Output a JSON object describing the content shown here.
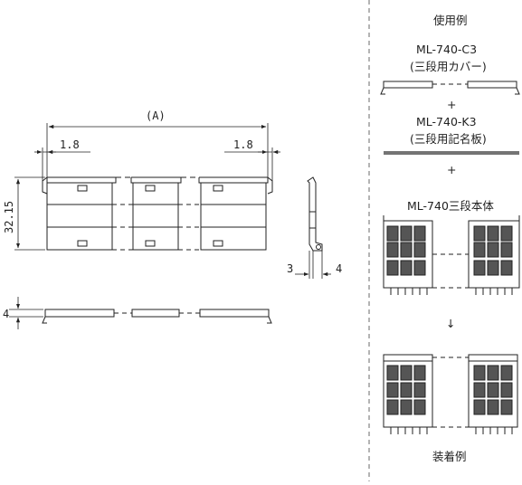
{
  "drawing": {
    "dim_a": "(A)",
    "dim_left": "1.8",
    "dim_right": "1.8",
    "dim_height": "32.15",
    "dim_side_left": "3",
    "dim_side_right": "4",
    "dim_bottom": "4"
  },
  "usage": {
    "heading": "使用例",
    "cover_model": "ML-740-C3",
    "cover_name": "(三段用カバー)",
    "plus1": "+",
    "plate_model": "ML-740-K3",
    "plate_name": "(三段用記名板)",
    "plus2": "+",
    "body_name": "ML-740三段本体",
    "arrow": "↓",
    "footer": "装着例"
  }
}
